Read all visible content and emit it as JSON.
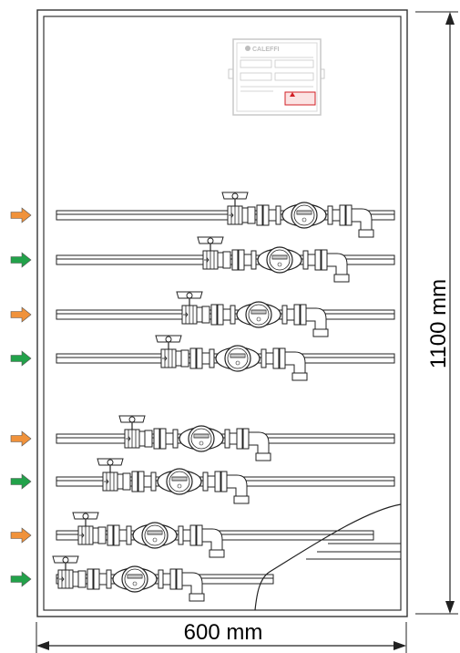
{
  "dimensions": {
    "width_label": "600 mm",
    "height_label": "1100 mm"
  },
  "control_box": {
    "brand": "CALEFFI"
  },
  "flow_arrows": [
    {
      "color_name": "orange",
      "color": "#f0923b"
    },
    {
      "color_name": "green",
      "color": "#22a24a"
    },
    {
      "color_name": "orange",
      "color": "#f0923b"
    },
    {
      "color_name": "green",
      "color": "#22a24a"
    },
    {
      "color_name": "orange",
      "color": "#f0923b"
    },
    {
      "color_name": "green",
      "color": "#22a24a"
    },
    {
      "color_name": "orange",
      "color": "#f0923b"
    },
    {
      "color_name": "green",
      "color": "#22a24a"
    }
  ],
  "colors": {
    "line": "#222222",
    "panel_border": "#333333",
    "box_grey": "#d4d4d4",
    "warning_red": "#d21f26"
  }
}
